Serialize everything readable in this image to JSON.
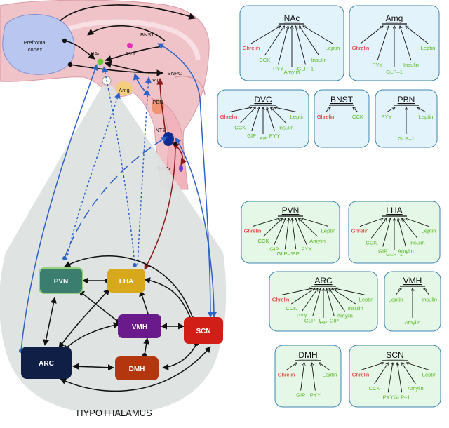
{
  "colors": {
    "ghrelin": "#e02020",
    "other_hormone": "#58b820",
    "blue_panel_fill": "#e3f3fb",
    "blue_panel_stroke": "#3d86b0",
    "green_panel_fill": "#e5f7e6",
    "green_panel_stroke": "#3d86b0",
    "pvn_fill": "#3b7d6f",
    "lha_fill": "#d8a81c",
    "vmh_fill": "#6a1a8a",
    "scn_fill": "#d11f18",
    "arc_fill": "#0f1f45",
    "dmh_fill": "#b3360f",
    "blue_arrow": "#2d62c8",
    "dark_red_arrow": "#8a1a1a"
  },
  "brain": {
    "prefrontal": "Prefrontal cortex",
    "nac": "NAc",
    "pvt": "PVT",
    "bnst": "BNST",
    "snpc": "SNPC",
    "vta": "VTA",
    "amg": "Amg",
    "pbn": "PBN",
    "nts": "NTS",
    "dmnv": "DMNV"
  },
  "hypothalamus": {
    "title": "HYPOTHALAMUS",
    "pvn": "PVN",
    "lha": "LHA",
    "vmh": "VMH",
    "scn": "SCN",
    "arc": "ARC",
    "dmh": "DMH"
  },
  "panels": [
    {
      "id": "nac",
      "name": "NAc",
      "theme": "blue",
      "labels": [
        "Ghrelin",
        "CCK",
        "PYY",
        "Amylin",
        "GLP–1",
        "Insulin",
        "Leptin"
      ]
    },
    {
      "id": "amg",
      "name": "Amg",
      "theme": "blue",
      "labels": [
        "Ghrelin",
        "PYY",
        "GLP–1",
        "Insulin",
        "Leptin"
      ]
    },
    {
      "id": "dvc",
      "name": "DVC",
      "theme": "blue",
      "labels": [
        "Ghrelin",
        "CCK",
        "GIP",
        "PP",
        "PYY",
        "Insulin",
        "Leptin"
      ]
    },
    {
      "id": "bnst",
      "name": "BNST",
      "theme": "blue",
      "labels": [
        "Ghrelin",
        "CCK"
      ]
    },
    {
      "id": "pbn",
      "name": "PBN",
      "theme": "blue",
      "labels": [
        "PYY",
        "GLP–1",
        "Leptin"
      ]
    },
    {
      "id": "pvn",
      "name": "PVN",
      "theme": "green",
      "labels": [
        "Ghrelin",
        "CCK",
        "GIP",
        "GLP–1",
        "PP",
        "PYY",
        "Amylin",
        "Leptin"
      ]
    },
    {
      "id": "lha",
      "name": "LHA",
      "theme": "green",
      "labels": [
        "Ghrelin",
        "CCK",
        "GIP",
        "GLP–1",
        "Amylin",
        "Insulin",
        "Leptin"
      ]
    },
    {
      "id": "arc",
      "name": "ARC",
      "theme": "green",
      "labels": [
        "Ghrelin",
        "CCK",
        "PYY",
        "GLP–1",
        "PP",
        "GIP",
        "Amylin",
        "Insulin",
        "Leptin"
      ]
    },
    {
      "id": "vmh",
      "name": "VMH",
      "theme": "green",
      "labels": [
        "Leptin",
        "Amylin",
        "Insulin"
      ]
    },
    {
      "id": "dmh",
      "name": "DMH",
      "theme": "green",
      "labels": [
        "Ghrelin",
        "GIP",
        "PYY",
        "Leptin"
      ]
    },
    {
      "id": "scn",
      "name": "SCN",
      "theme": "green",
      "labels": [
        "Ghrelin",
        "CCK",
        "PYY",
        "GLP–1",
        "Amylin",
        "Leptin"
      ]
    }
  ]
}
